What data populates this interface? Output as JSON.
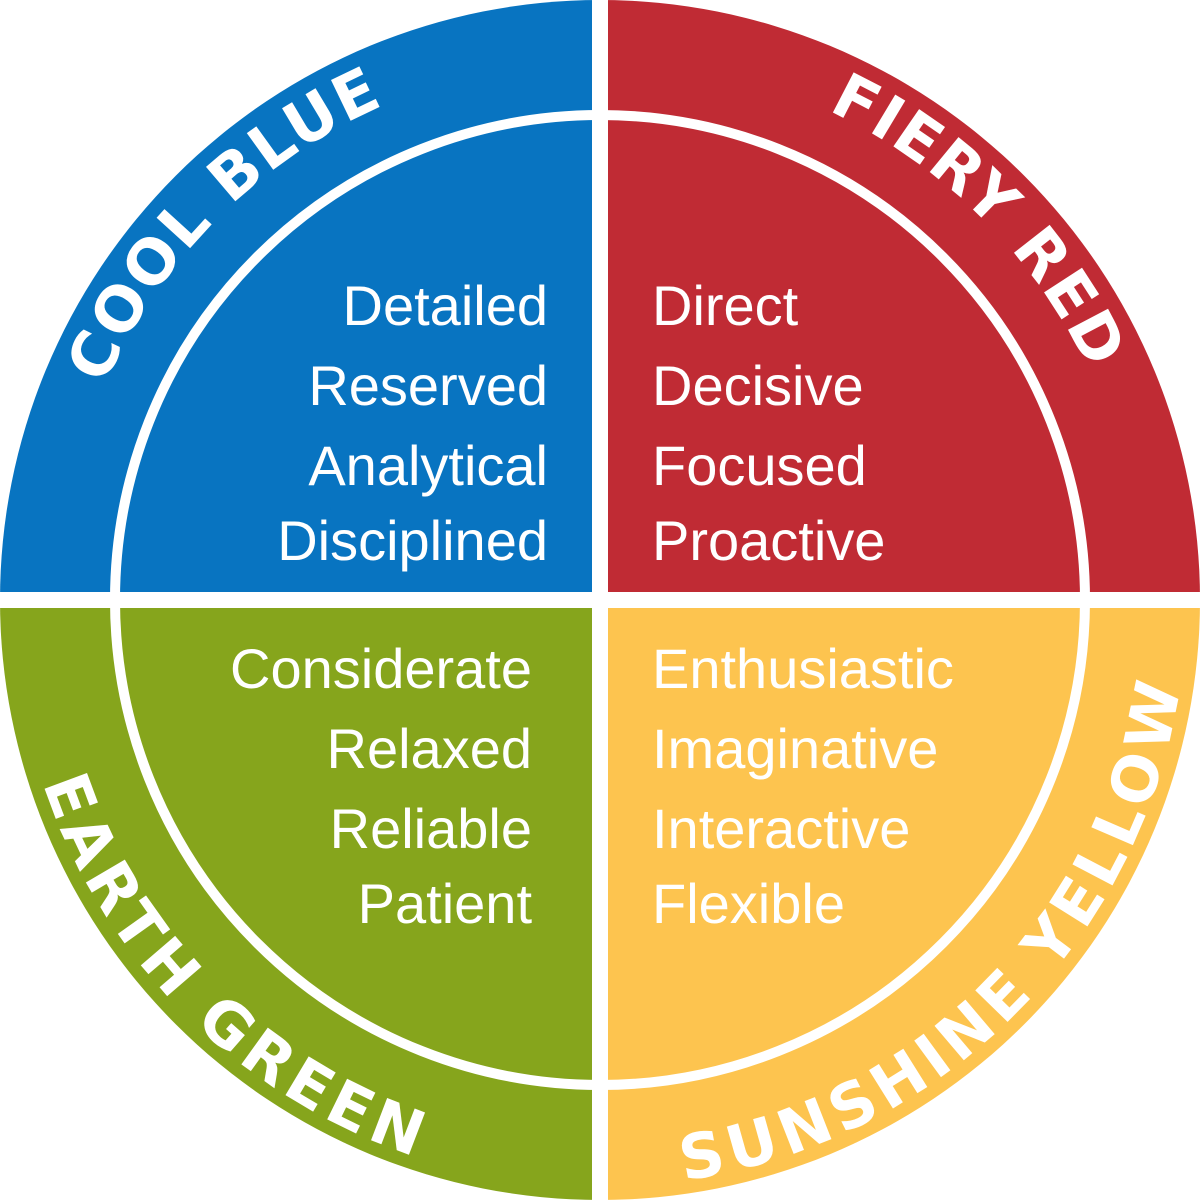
{
  "colors": {
    "blue": "#0874c1",
    "red": "#c02b34",
    "green": "#86a51c",
    "yellow": "#fdc44f",
    "divider": "#ffffff"
  },
  "quadrants": {
    "cool_blue": {
      "label": "COOL BLUE",
      "traits": [
        "Detailed",
        "Reserved",
        "Analytical",
        "Disciplined"
      ]
    },
    "fiery_red": {
      "label": "FIERY RED",
      "traits": [
        "Direct",
        "Decisive",
        "Focused",
        "Proactive"
      ]
    },
    "earth_green": {
      "label": "EARTH GREEN",
      "traits": [
        "Considerate",
        "Relaxed",
        "Reliable",
        "Patient"
      ]
    },
    "sunshine_yellow": {
      "label": "SUNSHINE YELLOW",
      "traits": [
        "Enthusiastic",
        "Imaginative",
        "Interactive",
        "Flexible"
      ]
    }
  }
}
